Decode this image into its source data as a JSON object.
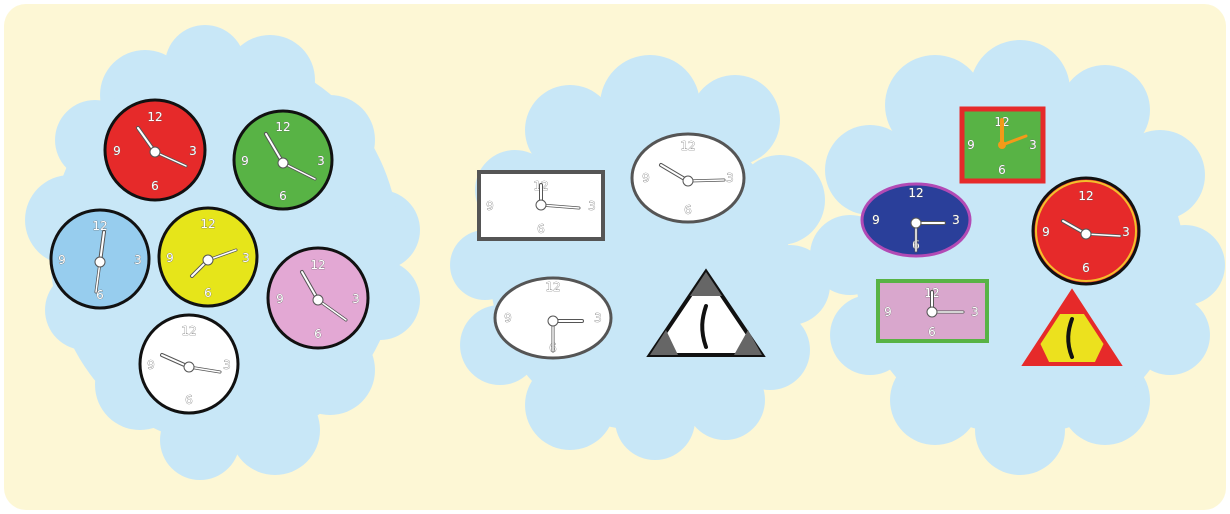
{
  "background": {
    "panel_color": "#fdf7d5",
    "cloud_color": "#c8e7f7"
  },
  "groups": [
    {
      "name": "round-clocks-group",
      "clocks": [
        {
          "name": "red-round-clock",
          "shape": "circle",
          "fill": "#e62a2a",
          "hour_deg": -35,
          "minute_deg": 120
        },
        {
          "name": "green-round-clock",
          "shape": "circle",
          "fill": "#58b345",
          "hour_deg": -35,
          "minute_deg": 135
        },
        {
          "name": "blue-round-clock",
          "shape": "circle",
          "fill": "#97cdee",
          "hour_deg": 170,
          "minute_deg": 10
        },
        {
          "name": "yellow-round-clock",
          "shape": "circle",
          "fill": "#e6e51a",
          "hour_deg": 230,
          "minute_deg": 70
        },
        {
          "name": "pink-round-clock",
          "shape": "circle",
          "fill": "#e3a8d4",
          "hour_deg": -30,
          "minute_deg": 135
        },
        {
          "name": "white-round-clock",
          "shape": "circle",
          "fill": "#ffffff",
          "hour_deg": -60,
          "minute_deg": 95
        }
      ]
    },
    {
      "name": "white-shapes-group",
      "clocks": [
        {
          "name": "white-rectangle-clock",
          "shape": "rect",
          "fill": "#ffffff"
        },
        {
          "name": "white-oval-clock-top",
          "shape": "ellipse",
          "fill": "#ffffff"
        },
        {
          "name": "white-oval-clock-bottom",
          "shape": "ellipse",
          "fill": "#ffffff"
        },
        {
          "name": "white-triangle-clock",
          "shape": "triangle",
          "fill": "#ffffff"
        }
      ]
    },
    {
      "name": "colored-shapes-group",
      "clocks": [
        {
          "name": "green-square-clock",
          "shape": "square",
          "fill": "#58b345"
        },
        {
          "name": "blue-oval-clock",
          "shape": "ellipse",
          "fill": "#2a3f9a"
        },
        {
          "name": "red-round-clock-large",
          "shape": "circle",
          "fill": "#e62a2a"
        },
        {
          "name": "pink-rectangle-clock",
          "shape": "rect",
          "fill": "#d9a7cd"
        },
        {
          "name": "yellow-triangle-clock",
          "shape": "triangle",
          "fill": "#ece11e"
        }
      ]
    }
  ],
  "numerals": {
    "twelve": "12",
    "three": "3",
    "six": "6",
    "nine": "9"
  }
}
